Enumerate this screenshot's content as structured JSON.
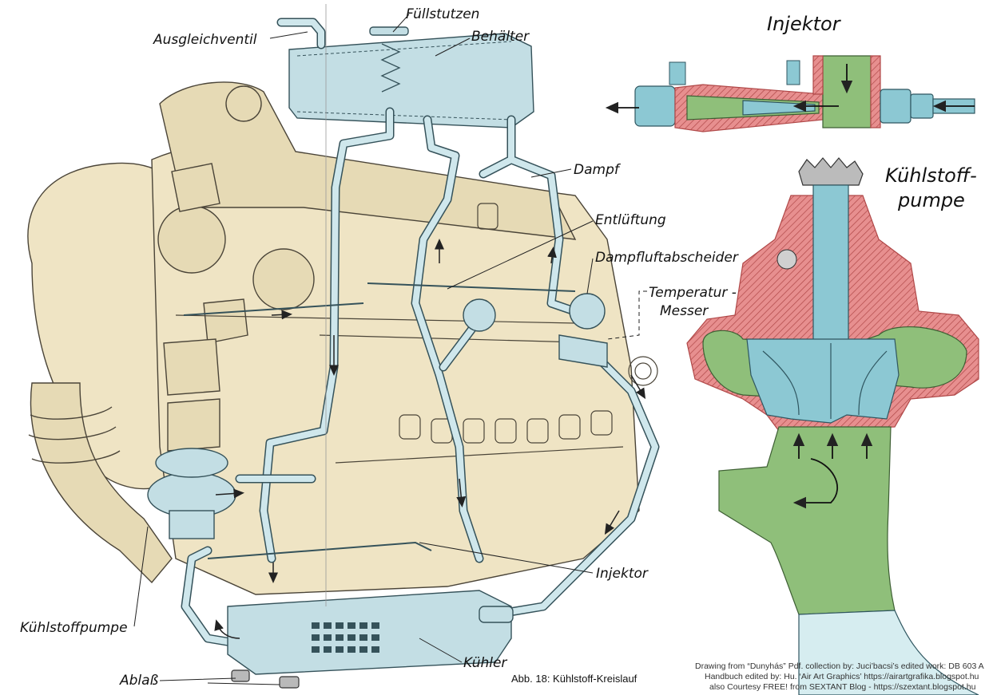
{
  "labels": {
    "ausgleichventil": "Ausgleichventil",
    "fuellstutzen": "Füllstutzen",
    "behaelter": "Behälter",
    "dampf": "Dampf",
    "entlueftung": "Entlüftung",
    "dampfluftabscheider": "Dampfluftabscheider",
    "temperatur_messer_line1": "Temperatur -",
    "temperatur_messer_line2": "Messer",
    "injektor_main": "Injektor",
    "kuehlstoffpumpe_main": "Kühlstoffpumpe",
    "ablass": "Ablaß",
    "kuehler": "Kühler"
  },
  "inset_titles": {
    "injektor": "Injektor",
    "kuehlstoff_line1": "Kühlstoff-",
    "kuehlstoff_line2": "pumpe"
  },
  "caption": "Abb. 18: Kühlstoff-Kreislauf",
  "credits": {
    "line1": "Drawing from “Dunyhás” Pdf. collection by: Juci’bacsi’s edited work: DB 603 A",
    "line2": "Handbuch edited by: Hu. ‘Air Art Graphics’ https://airartgrafika.blogspot.hu",
    "line3": "also Courtesy FREE! from SEXTANT Blog - https://szextant.blogspot.hu"
  },
  "colors": {
    "engine": "#efe4c4",
    "coolant": "#c3dee4",
    "casing_red": "#e78f8f",
    "fluid_green": "#8fbf7a",
    "shaft_blue": "#8cc8d3"
  }
}
